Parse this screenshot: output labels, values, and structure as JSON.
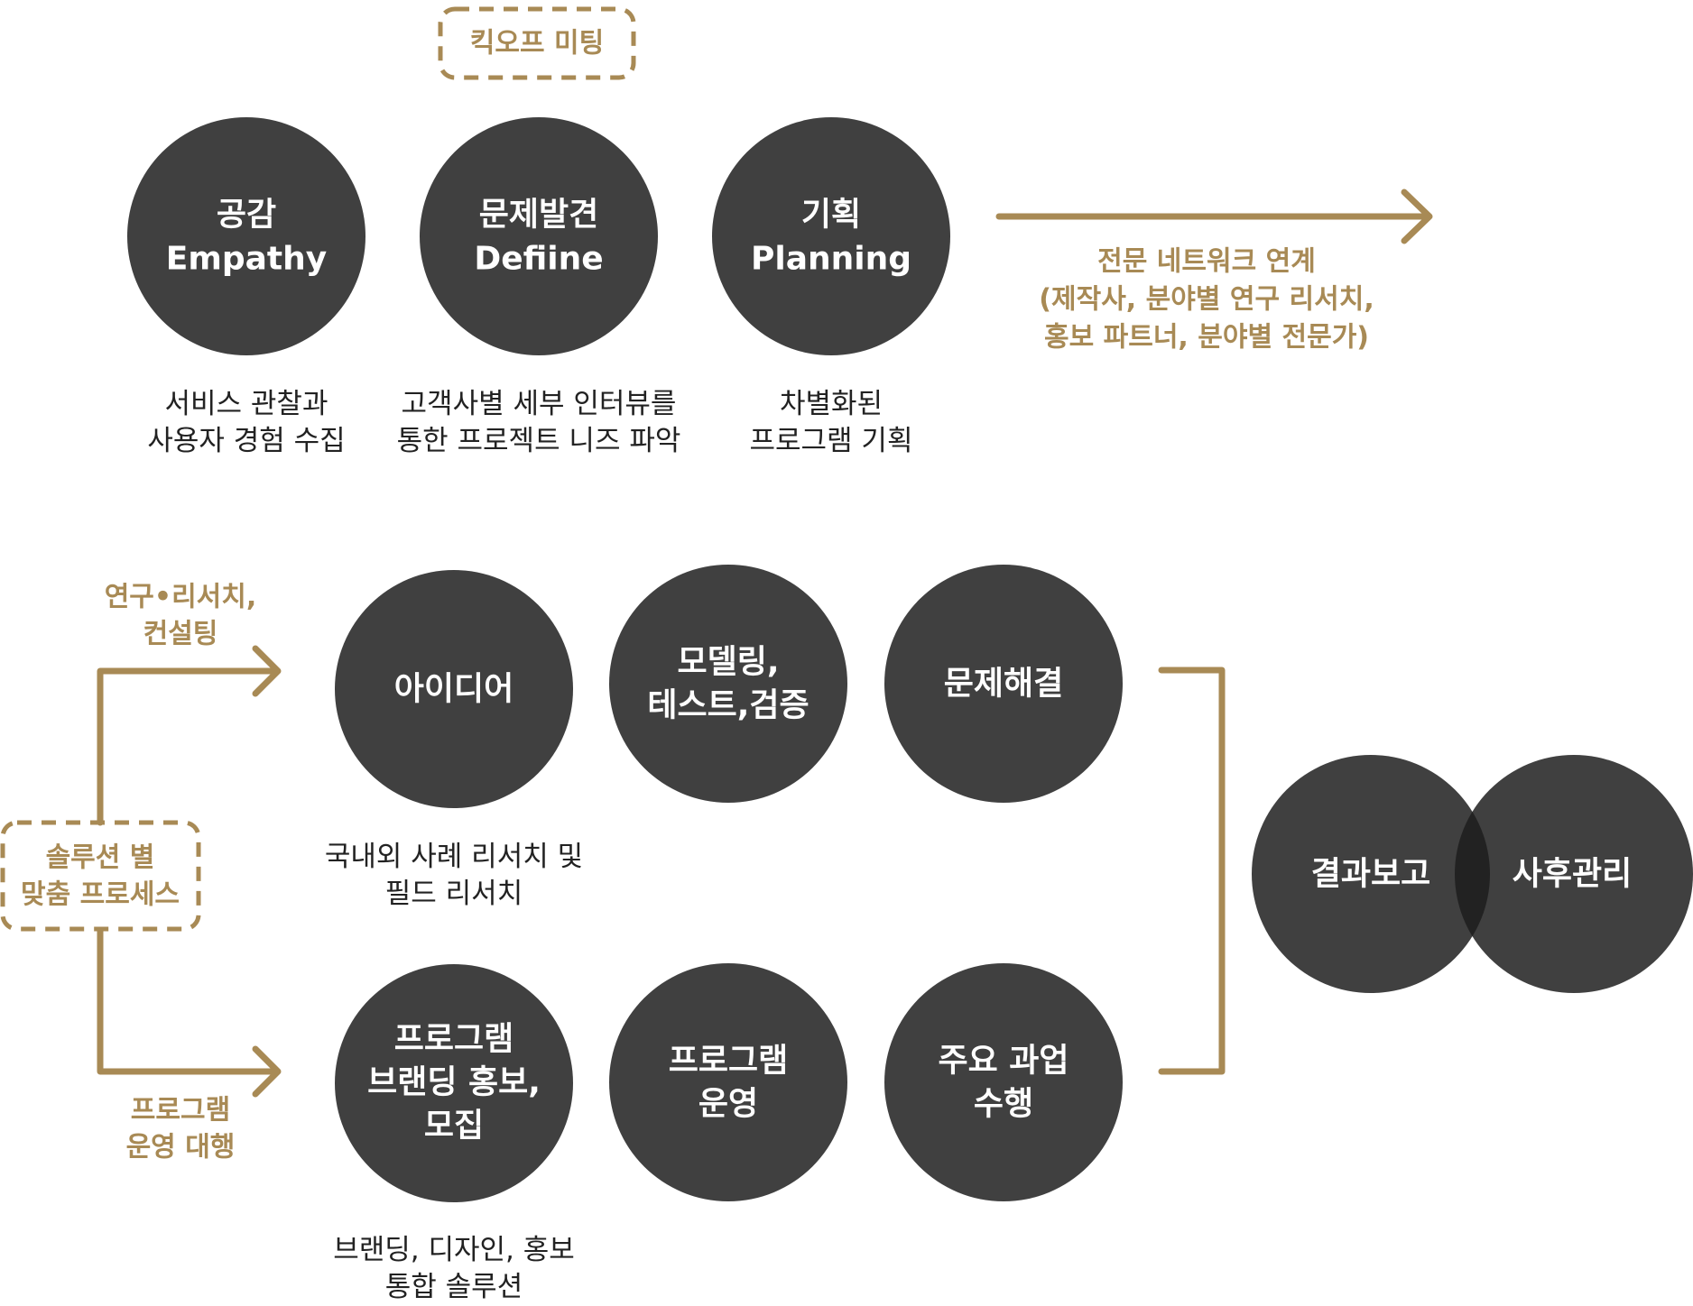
{
  "kickoff": {
    "label": "킥오프 미팅"
  },
  "phases": [
    {
      "label": "공감",
      "label_en": "Empathy",
      "desc": [
        "서비스 관찰과",
        "사용자 경험 수집"
      ]
    },
    {
      "label": "문제발견",
      "label_en": "Defiine",
      "desc": [
        "고객사별 세부 인터뷰를",
        "통한 프로젝트 니즈 파악"
      ]
    },
    {
      "label": "기획",
      "label_en": "Planning",
      "desc": [
        "차별화된",
        "프로그램 기획"
      ]
    }
  ],
  "network": {
    "lines": [
      "전문 네트워크 연계",
      "(제작사, 분야별 연구 리서치,",
      "홍보 파트너, 분야별 전문가)"
    ]
  },
  "process_box": {
    "lines": [
      "솔루션 별",
      "맞춤 프로세스"
    ]
  },
  "research_track": {
    "label": [
      "연구•리서치,",
      "컨설팅"
    ],
    "nodes": [
      {
        "lines": [
          "아이디어"
        ]
      },
      {
        "lines": [
          "모델링,",
          "테스트,검증"
        ]
      },
      {
        "lines": [
          "문제해결"
        ]
      }
    ],
    "desc": [
      "국내외 사례 리서치 및",
      "필드 리서치"
    ]
  },
  "program_track": {
    "label": [
      "프로그램",
      "운영 대행"
    ],
    "nodes": [
      {
        "lines": [
          "프로그램",
          "브랜딩 홍보,",
          "모집"
        ]
      },
      {
        "lines": [
          "프로그램",
          "운영"
        ]
      },
      {
        "lines": [
          "주요 과업",
          "수행"
        ]
      }
    ],
    "desc": [
      "브랜딩, 디자인, 홍보",
      "통합 솔루션"
    ]
  },
  "results": {
    "report": "결과보고",
    "aftercare": "사후관리"
  },
  "colors": {
    "circle": "#404040",
    "accent": "#a88a55",
    "overlap": "#222222",
    "text": "#222222"
  }
}
